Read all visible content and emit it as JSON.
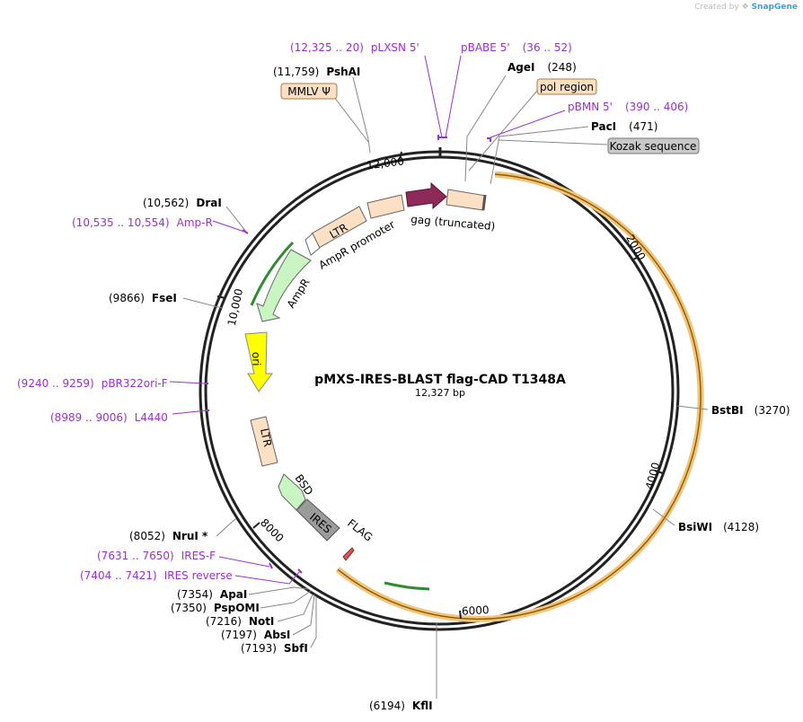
{
  "credit": {
    "prefix": "Created by",
    "brand": "SnapGene"
  },
  "title": "pMXS-IRES-BLAST flag-CAD T1348A",
  "size_label": "12,327 bp",
  "ticks": [
    "12,000",
    "2000",
    "4000",
    "6000",
    "8000",
    "10,000"
  ],
  "sites": [
    {
      "id": "pshai",
      "pos": "(11,759)",
      "name": "PshAI"
    },
    {
      "id": "agei",
      "pos": "(248)",
      "name": "AgeI"
    },
    {
      "id": "paci",
      "pos": "(471)",
      "name": "PacI"
    },
    {
      "id": "drai",
      "pos": "(10,562)",
      "name": "DraI"
    },
    {
      "id": "fsei",
      "pos": "(9866)",
      "name": "FseI"
    },
    {
      "id": "bstbi",
      "pos": "(3270)",
      "name": "BstBI"
    },
    {
      "id": "bsiwi",
      "pos": "(4128)",
      "name": "BsiWI"
    },
    {
      "id": "nrui",
      "pos": "(8052)",
      "name": "NruI *"
    },
    {
      "id": "apai",
      "pos": "(7354)",
      "name": "ApaI"
    },
    {
      "id": "pspomi",
      "pos": "(7350)",
      "name": "PspOMI"
    },
    {
      "id": "noti",
      "pos": "(7216)",
      "name": "NotI"
    },
    {
      "id": "absi",
      "pos": "(7197)",
      "name": "AbsI"
    },
    {
      "id": "sbfi",
      "pos": "(7193)",
      "name": "SbfI"
    },
    {
      "id": "kfli",
      "pos": "(6194)",
      "name": "KflI"
    }
  ],
  "primers": [
    {
      "id": "plxsn",
      "range": "(12,325 .. 20)",
      "name": "pLXSN 5'"
    },
    {
      "id": "pbabe",
      "name": "pBABE 5'",
      "range": "(36 .. 52)"
    },
    {
      "id": "pbmn",
      "name": "pBMN 5'",
      "range": "(390 .. 406)"
    },
    {
      "id": "ampr-primer",
      "range": "(10,535 .. 10,554)",
      "name": "Amp-R"
    },
    {
      "id": "pbr322",
      "range": "(9240 .. 9259)",
      "name": "pBR322ori-F"
    },
    {
      "id": "l4440",
      "range": "(8989 .. 9006)",
      "name": "L4440"
    },
    {
      "id": "iresf",
      "range": "(7631 .. 7650)",
      "name": "IRES-F"
    },
    {
      "id": "iresrev",
      "range": "(7404 .. 7421)",
      "name": "IRES reverse"
    }
  ],
  "callouts": {
    "mmlv": "MMLV Ψ",
    "pol": "pol region",
    "kozak": "Kozak sequence"
  },
  "features": {
    "gag": "gag (truncated)",
    "ltr_top": "LTR",
    "ampr_promoter": "AmpR promoter",
    "ampr": "AmpR",
    "ori": "ori",
    "ltr_bottom": "LTR",
    "bsd": "BSD",
    "ires": "IRES",
    "flag": "FLAG"
  },
  "colors": {
    "backbone": "#222222",
    "cad": "#f2c47a",
    "ltr": "#fde0c4",
    "gag": "#8e2a57",
    "ampr": "#c9f5c2",
    "ori": "#ffff00",
    "ires": "#9b9b9b",
    "primer": "#9b30d0",
    "cad_arrow": "#2e8b2e"
  }
}
